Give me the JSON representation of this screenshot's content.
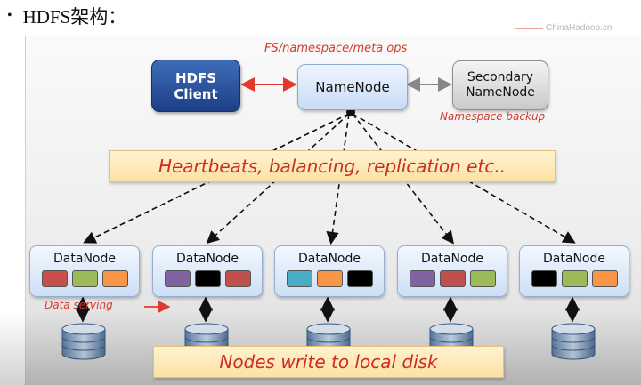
{
  "heading": {
    "bullet": "•",
    "text": "HDFS架构："
  },
  "watermark": {
    "text": "ChinaHadoop.cn"
  },
  "diagram": {
    "client": {
      "line1": "HDFS",
      "line2": "Client"
    },
    "namenode": {
      "label": "NameNode"
    },
    "secondary": {
      "line1": "Secondary",
      "line2": "NameNode"
    },
    "notes": {
      "meta_ops": "FS/namespace/meta ops",
      "namespace_backup": "Namespace backup",
      "data_serving": "Data serving"
    },
    "banners": {
      "heartbeats": "Heartbeats, balancing, replication etc..",
      "local_disk": "Nodes write to local disk"
    },
    "datanodes": [
      {
        "label": "DataNode",
        "blocks": [
          "#c8504a",
          "#9bbb59",
          "#f79646"
        ]
      },
      {
        "label": "DataNode",
        "blocks": [
          "#8064a2",
          "#000000",
          "#c0504d"
        ]
      },
      {
        "label": "DataNode",
        "blocks": [
          "#4bacc6",
          "#f79646",
          "#000000"
        ]
      },
      {
        "label": "DataNode",
        "blocks": [
          "#8064a2",
          "#c0504d",
          "#9bbb59"
        ]
      },
      {
        "label": "DataNode",
        "blocks": [
          "#000000",
          "#9bbb59",
          "#f79646"
        ]
      }
    ],
    "colors": {
      "client_fill": "#1c3f86",
      "annotation_red": "#d63a2c",
      "client_arrow": "#e03a2e",
      "secondary_arrow": "#888888",
      "dashed_arrow": "#111111"
    }
  }
}
